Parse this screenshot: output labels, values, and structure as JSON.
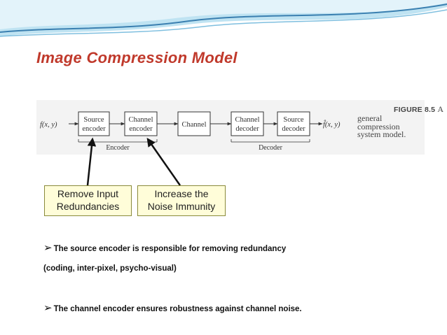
{
  "slide": {
    "title": "Image Compression Model",
    "colors": {
      "title": "#c0392b",
      "wave_dark": "#3a7fb0",
      "wave_light": "#bfe3f2",
      "callout_fill": "#fffdd9"
    }
  },
  "figure": {
    "input_label": "f(x, y)",
    "output_label": "f̂(x, y)",
    "blocks": [
      {
        "line1": "Source",
        "line2": "encoder"
      },
      {
        "line1": "Channel",
        "line2": "encoder"
      },
      {
        "line1": "Channel",
        "line2": ""
      },
      {
        "line1": "Channel",
        "line2": "decoder"
      },
      {
        "line1": "Source",
        "line2": "decoder"
      }
    ],
    "encoder_label": "Encoder",
    "decoder_label": "Decoder",
    "caption_number": "FIGURE 8.5",
    "caption_first": "A",
    "caption_lines": [
      "general",
      "compression",
      "system model."
    ]
  },
  "callouts": {
    "left": {
      "line1": "Remove Input",
      "line2": "Redundancies"
    },
    "right": {
      "line1": "Increase the",
      "line2": "Noise Immunity"
    }
  },
  "bullets": {
    "mark": "➢",
    "item1_line1": "The source encoder is responsible for removing redundancy",
    "item1_line2": "(coding, inter-pixel, psycho-visual)",
    "item2": "The channel encoder ensures robustness against channel noise."
  }
}
